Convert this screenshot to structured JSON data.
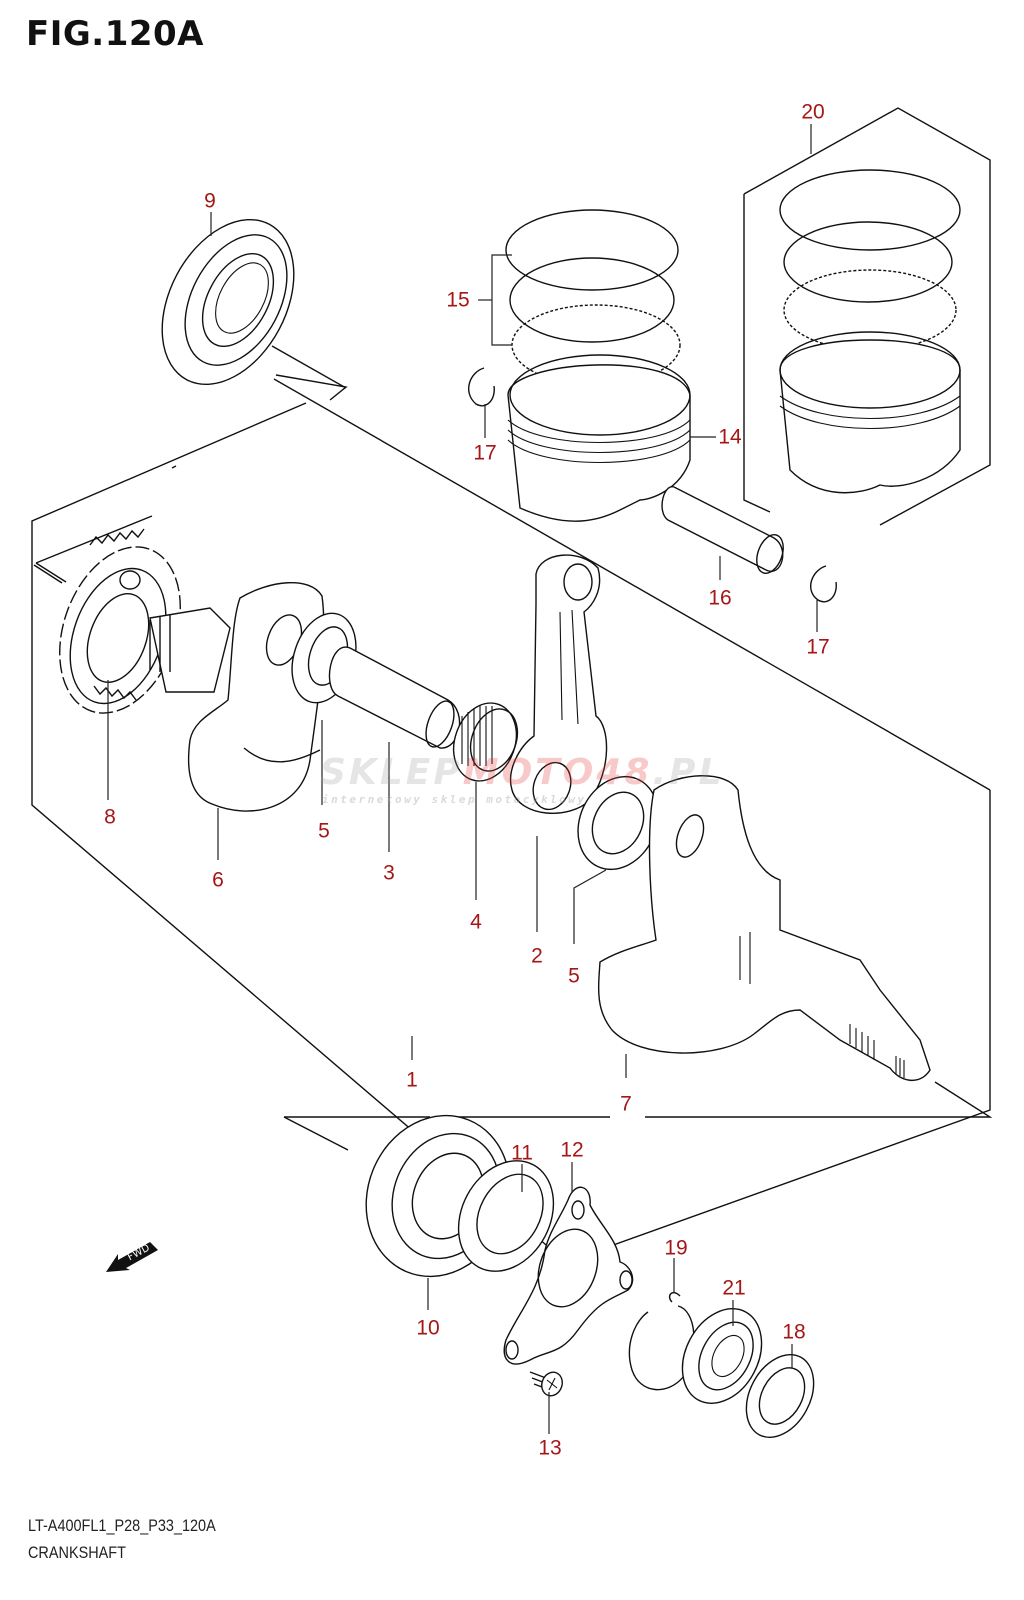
{
  "figure": {
    "title": "FIG.120A",
    "model_code": "LT-A400FL1_P28_P33_120A",
    "name": "CRANKSHAFT",
    "label_color": "#a51616"
  },
  "callouts": [
    {
      "number": "1",
      "part": "crankshaft-assembly"
    },
    {
      "number": "2",
      "part": "connecting-rod"
    },
    {
      "number": "3",
      "part": "crank-pin"
    },
    {
      "number": "4",
      "part": "needle-bearing"
    },
    {
      "number": "5",
      "part": "thrust-washer"
    },
    {
      "number": "5",
      "part": "thrust-washer"
    },
    {
      "number": "6",
      "part": "crank-web-left"
    },
    {
      "number": "7",
      "part": "crank-web-right"
    },
    {
      "number": "8",
      "part": "gear"
    },
    {
      "number": "9",
      "part": "bearing-left"
    },
    {
      "number": "10",
      "part": "bearing-right"
    },
    {
      "number": "11",
      "part": "oil-seal"
    },
    {
      "number": "12",
      "part": "retainer-plate"
    },
    {
      "number": "13",
      "part": "screw"
    },
    {
      "number": "14",
      "part": "piston"
    },
    {
      "number": "15",
      "part": "piston-ring-set"
    },
    {
      "number": "16",
      "part": "piston-pin"
    },
    {
      "number": "17",
      "part": "circlip"
    },
    {
      "number": "17",
      "part": "circlip"
    },
    {
      "number": "18",
      "part": "oil-seal-small"
    },
    {
      "number": "19",
      "part": "snap-ring"
    },
    {
      "number": "20",
      "part": "piston-set"
    },
    {
      "number": "21",
      "part": "bearing-small"
    }
  ],
  "direction_marker": {
    "label": "FWD",
    "icon": "fwd-arrow-icon"
  },
  "watermark": {
    "brand_gray": "SKLEP",
    "brand_red": "MOTO48",
    "brand_tail": ".PL",
    "tagline": "internetowy sklep motocyklowy"
  }
}
